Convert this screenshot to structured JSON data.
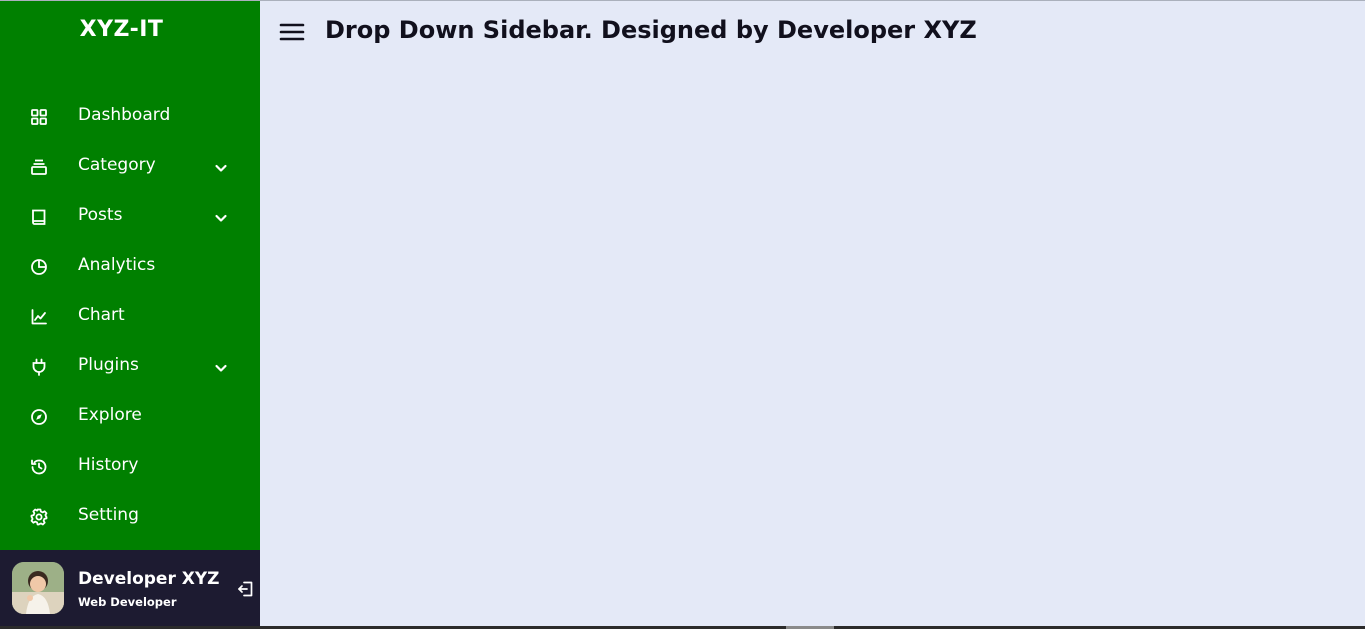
{
  "brand": {
    "name": "XYZ-IT"
  },
  "header": {
    "title": "Drop Down Sidebar. Designed by Developer XYZ"
  },
  "sidebar": {
    "items": [
      {
        "label": "Dashboard",
        "icon": "grid-icon",
        "has_submenu": false
      },
      {
        "label": "Category",
        "icon": "collection-icon",
        "has_submenu": true
      },
      {
        "label": "Posts",
        "icon": "book-icon",
        "has_submenu": true
      },
      {
        "label": "Analytics",
        "icon": "pie-chart-icon",
        "has_submenu": false
      },
      {
        "label": "Chart",
        "icon": "line-chart-icon",
        "has_submenu": false
      },
      {
        "label": "Plugins",
        "icon": "plug-icon",
        "has_submenu": true
      },
      {
        "label": "Explore",
        "icon": "compass-icon",
        "has_submenu": false
      },
      {
        "label": "History",
        "icon": "history-icon",
        "has_submenu": false
      },
      {
        "label": "Setting",
        "icon": "cog-icon",
        "has_submenu": false
      }
    ]
  },
  "profile": {
    "name": "Developer XYZ",
    "job": "Web Developer",
    "logout_icon": "log-out-icon"
  },
  "colors": {
    "sidebar_bg": "#008000",
    "profile_bg": "#1d1b31",
    "page_bg": "#e4e9f7",
    "title_text": "#11101d"
  }
}
